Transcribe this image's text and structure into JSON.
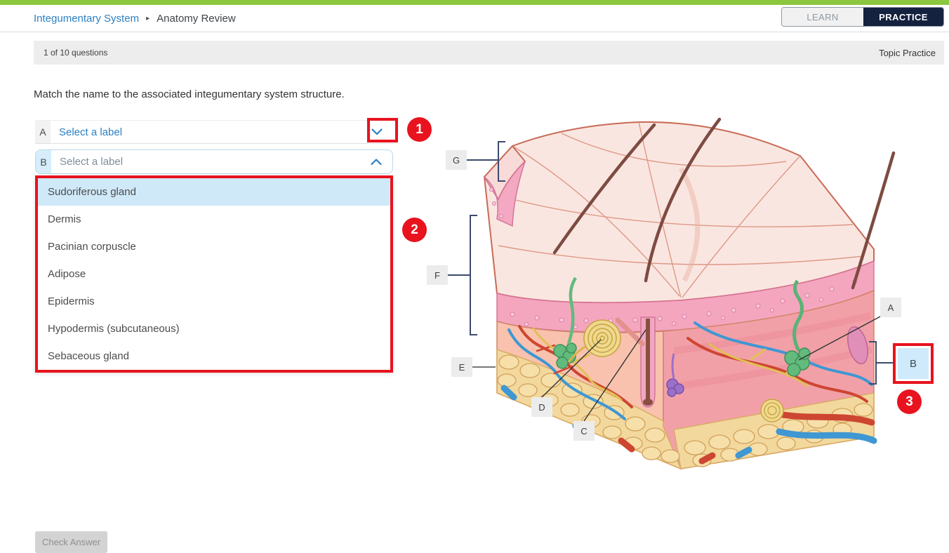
{
  "header": {
    "breadcrumb": {
      "parent": "Integumentary System",
      "separator": "▸",
      "current": "Anatomy Review"
    },
    "toggle": {
      "learn": "LEARN",
      "practice": "PRACTICE",
      "active": "PRACTICE"
    }
  },
  "progress": {
    "left": "1 of 10 questions",
    "right": "Topic Practice"
  },
  "question": "Match the name to the associated integumentary system structure.",
  "match_rows": [
    {
      "letter": "A",
      "value": "Select a label",
      "state": "collapsed"
    },
    {
      "letter": "B",
      "value": "Select a label",
      "state": "expanded"
    }
  ],
  "dropdown": {
    "options": [
      "Sudoriferous gland",
      "Dermis",
      "Pacinian corpuscle",
      "Adipose",
      "Epidermis",
      "Hypodermis (subcutaneous)",
      "Sebaceous gland"
    ],
    "highlighted_option": "Sudoriferous gland"
  },
  "diagram": {
    "labels": [
      {
        "letter": "G"
      },
      {
        "letter": "F"
      },
      {
        "letter": "E"
      },
      {
        "letter": "D"
      },
      {
        "letter": "C"
      },
      {
        "letter": "A"
      },
      {
        "letter": "B",
        "highlighted": true
      }
    ]
  },
  "annotations": {
    "steps": [
      "1",
      "2",
      "3"
    ]
  },
  "footer": {
    "check_answer": "Check Answer"
  },
  "colors": {
    "green_bar": "#8dc63f",
    "link_blue": "#2c80c4",
    "annotation_red": "#e8131e",
    "navy": "#14213f",
    "highlight_blue": "#cfe9f8"
  }
}
